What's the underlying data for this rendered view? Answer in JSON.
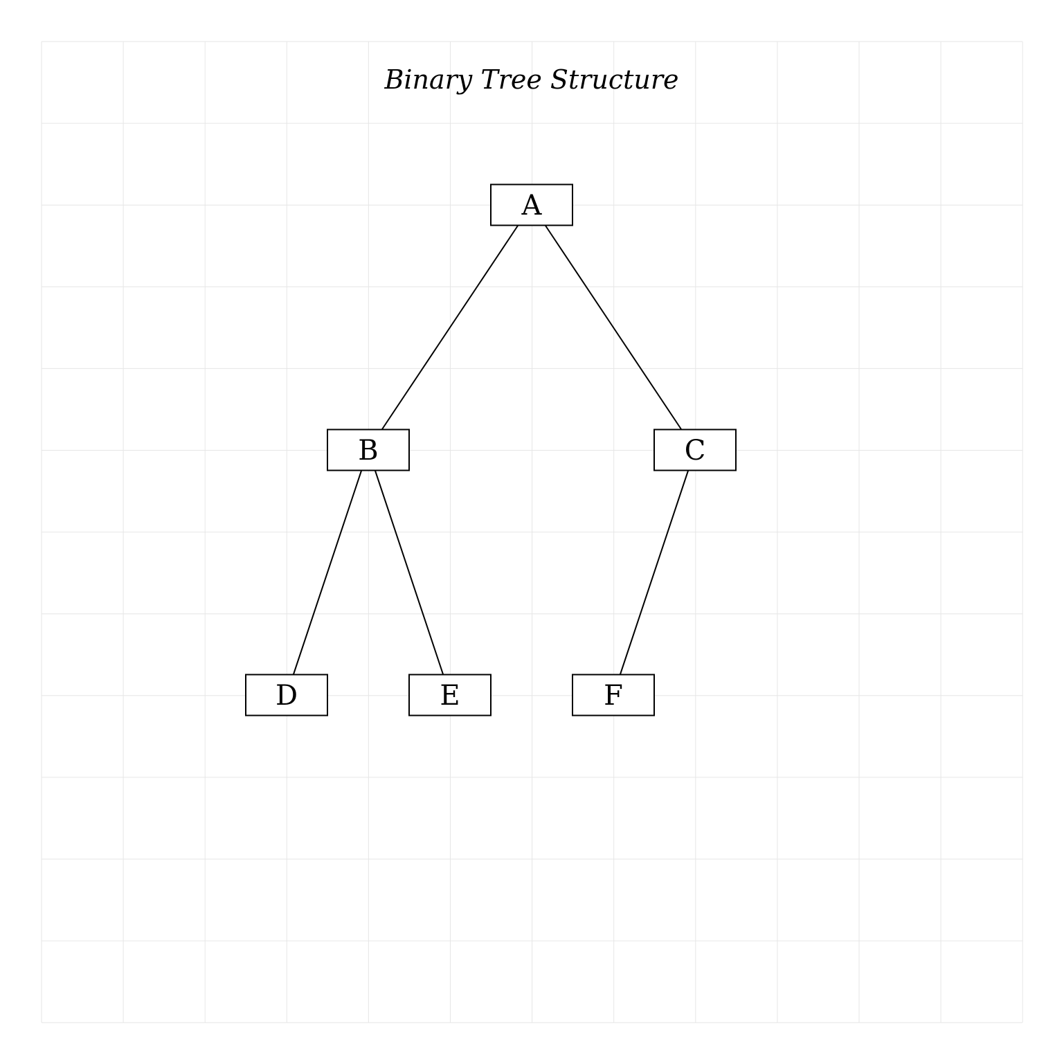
{
  "diagram": {
    "title": "Binary Tree Structure",
    "nodes": [
      {
        "id": "A",
        "label": "A"
      },
      {
        "id": "B",
        "label": "B"
      },
      {
        "id": "C",
        "label": "C"
      },
      {
        "id": "D",
        "label": "D"
      },
      {
        "id": "E",
        "label": "E"
      },
      {
        "id": "F",
        "label": "F"
      }
    ],
    "edges": [
      {
        "from": "A",
        "to": "B"
      },
      {
        "from": "A",
        "to": "C"
      },
      {
        "from": "B",
        "to": "D"
      },
      {
        "from": "B",
        "to": "E"
      },
      {
        "from": "C",
        "to": "F"
      }
    ],
    "grid": true,
    "colors": {
      "grid": "#e6e6e6",
      "stroke": "#000000",
      "background": "#ffffff"
    }
  }
}
